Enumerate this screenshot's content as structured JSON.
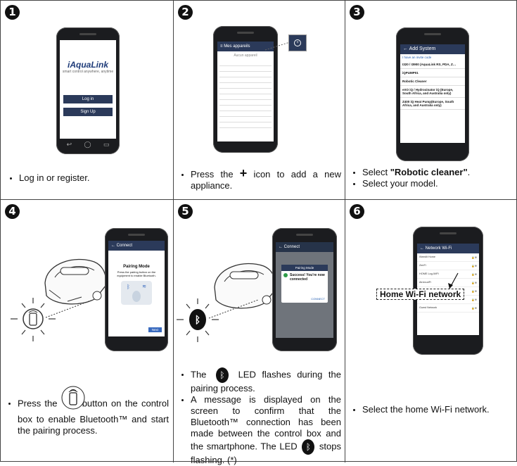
{
  "steps": [
    {
      "number": "1",
      "text": "Log in or register.",
      "screen": {
        "brand": "iAquaLink",
        "tagline": "smart control anywhere, anytime",
        "login_button": "Log in",
        "signup_button": "Sign Up"
      }
    },
    {
      "number": "2",
      "text_before": "Press the ",
      "text_after": " icon to add a new appliance.",
      "screen": {
        "title": "Mes appareils",
        "subtitle": "Aucun appareil"
      }
    },
    {
      "number": "3",
      "items": [
        "Select \"Robotic cleaner\".",
        "Select your model."
      ],
      "bold_phrase": "\"Robotic cleaner\"",
      "screen": {
        "title": "Add System",
        "link": "I have an invite code",
        "rows": [
          "I320 / I3900 (AquaLink RS, PDA, Z…",
          "iQPUMP01",
          "Robotic Cleaner",
          "eXO iQ / Hydroxinator iQ (Europe, South Africa, and Australia only)",
          "Z400 iQ Heat Pump(Europe, South Africa, and Australia only)"
        ]
      }
    },
    {
      "number": "4",
      "text_a": "Press the ",
      "text_b": "button on the control box to enable Bluetooth™ and start the pairing process.",
      "screen": {
        "title": "Connect",
        "heading": "Pairing Mode",
        "body": "Press the pairing button on the equipment to enable Bluetooth.",
        "button": "Next"
      }
    },
    {
      "number": "5",
      "item1_a": "The ",
      "item1_b": " LED flashes during the pairing process.",
      "item2": "A message is displayed on the screen to confirm that the Bluetooth™ connection has been made between the control box and the smartphone. The LED ",
      "item2_end": " stops flashing. (*)",
      "screen": {
        "title": "Connect",
        "dialog_title": "Pairing Mode",
        "dialog_msg": "Success! You're now connected",
        "dialog_btn": "CONNECT"
      }
    },
    {
      "number": "6",
      "text": "Select the home Wi-Fi network.",
      "callout": "Home Wi-Fi network",
      "screen": {
        "title": "Network Wi-Fi",
        "networks": [
          "iNeedit Home",
          "ZenFi",
          "HOME Log-WiFi",
          "AircloudFi",
          "Aquatix",
          "Connect",
          "Guest Network"
        ]
      }
    }
  ]
}
